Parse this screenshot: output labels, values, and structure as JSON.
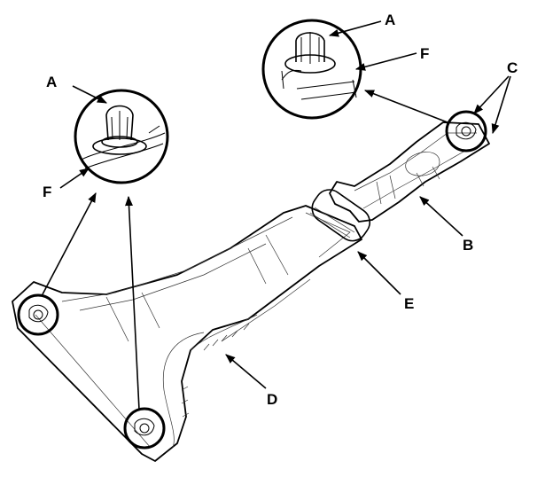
{
  "callouts": {
    "a_left": "A",
    "f_left": "F",
    "a_right": "A",
    "f_right": "F",
    "c": "C",
    "b": "B",
    "e": "E",
    "d": "D"
  },
  "colors": {
    "ink": "#000000",
    "paper": "#ffffff"
  },
  "icons": {
    "clip": "trim-clip-icon"
  }
}
